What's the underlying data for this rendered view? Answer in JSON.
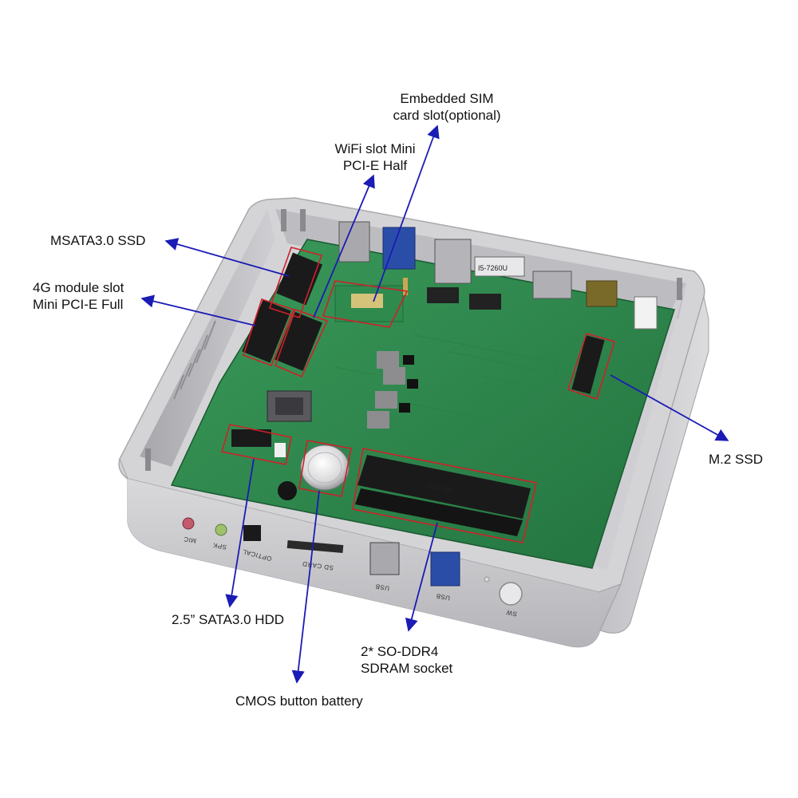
{
  "colors": {
    "arrow": "#1b1bb5",
    "highlight": "#d0202a",
    "pcb": "#2f8a4e",
    "pcb_dark": "#1f6b3a",
    "chassis": "#c9c9cc",
    "chassis_light": "#e4e4e6",
    "chassis_dark": "#9a9a9e"
  },
  "callouts": {
    "embedded_sim": {
      "lines": [
        "Embedded SIM",
        "card slot(optional)"
      ]
    },
    "wifi_slot": {
      "lines": [
        "WiFi slot Mini",
        "PCI-E Half"
      ]
    },
    "msata": {
      "lines": [
        "MSATA3.0 SSD"
      ]
    },
    "lte_slot": {
      "lines": [
        "4G module slot",
        "Mini PCI-E Full"
      ]
    },
    "m2": {
      "lines": [
        "M.2 SSD"
      ]
    },
    "sata_hdd": {
      "lines": [
        "2.5” SATA3.0 HDD"
      ]
    },
    "sodimm": {
      "lines": [
        "2* SO-DDR4",
        "SDRAM socket"
      ]
    },
    "cmos": {
      "lines": [
        "CMOS button battery"
      ]
    }
  },
  "front_panel": {
    "mic": "MIC",
    "spk": "SPK",
    "optical": "OPTICAL",
    "sd_card": "SD CARD",
    "usb_left": "USB",
    "usb_right": "USB",
    "sw": "SW"
  },
  "board": {
    "cpu_label": "I5-7260U",
    "ram_label": "SAPHB"
  },
  "icons": {
    "battery": "cmos-battery-icon",
    "usb": "usb-port-icon",
    "power": "power-button-icon"
  }
}
